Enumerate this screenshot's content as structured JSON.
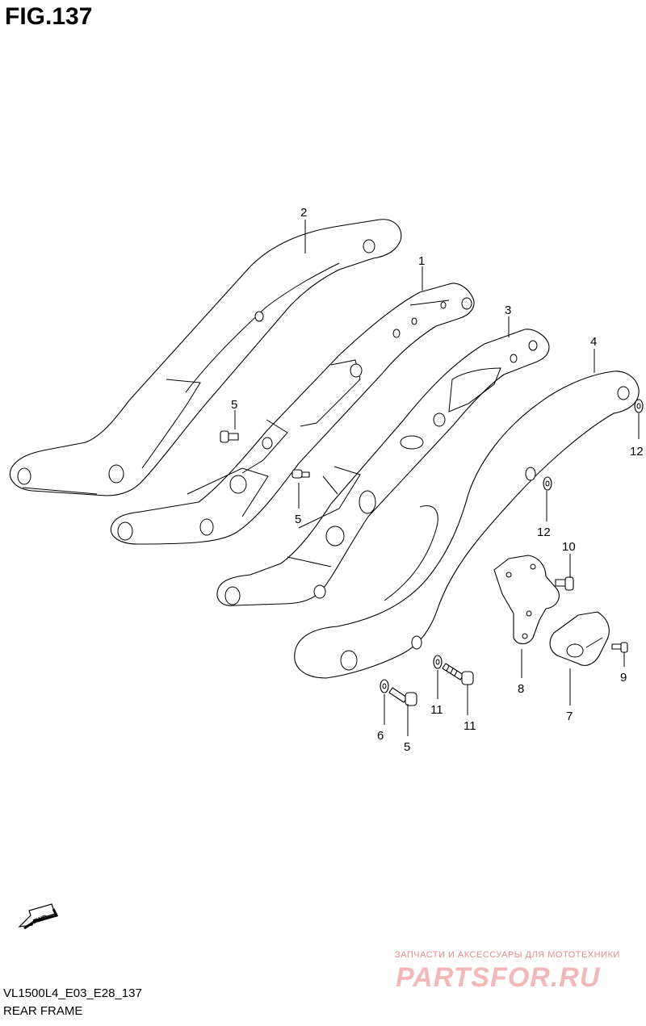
{
  "header": {
    "figure": "FIG.137"
  },
  "callouts": [
    {
      "id": "c2",
      "text": "2"
    },
    {
      "id": "c1",
      "text": "1"
    },
    {
      "id": "c3",
      "text": "3"
    },
    {
      "id": "c4",
      "text": "4"
    },
    {
      "id": "c5a",
      "text": "5"
    },
    {
      "id": "c5b",
      "text": "5"
    },
    {
      "id": "c12a",
      "text": "12"
    },
    {
      "id": "c12b",
      "text": "12"
    },
    {
      "id": "c10",
      "text": "10"
    },
    {
      "id": "c8",
      "text": "8"
    },
    {
      "id": "c9",
      "text": "9"
    },
    {
      "id": "c7",
      "text": "7"
    },
    {
      "id": "c11a",
      "text": "11"
    },
    {
      "id": "c11b",
      "text": "11"
    },
    {
      "id": "c6",
      "text": "6"
    },
    {
      "id": "c5c",
      "text": "5"
    }
  ],
  "fwd_label": "FWD",
  "watermark": {
    "tagline": "ЗАПЧАСТИ И АКСЕССУАРЫ ДЛЯ МОТОТЕХНИКИ",
    "logo": "PARTSFOR.RU"
  },
  "footer": {
    "code": "VL1500L4_E03_E28_137",
    "caption": "REAR FRAME"
  }
}
